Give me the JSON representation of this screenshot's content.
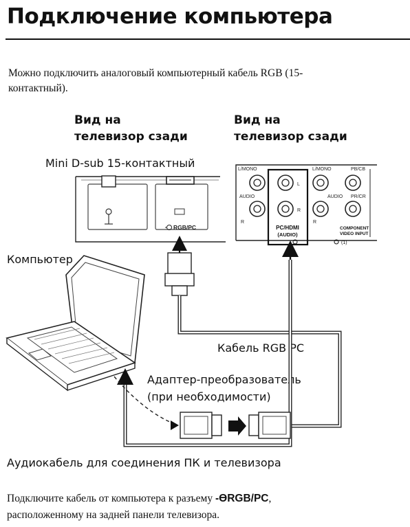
{
  "header": {
    "title": "Подключение компьютера"
  },
  "intro": {
    "line1": "Можно подключить аналоговый компьютерный кабель RGB (15-",
    "line2": "контактный)."
  },
  "left_panel": {
    "view_line1": "Вид на",
    "view_line2": "телевизор сзади",
    "connector_label": "Mini D-sub 15-контактный",
    "port_label": "RGB/PC"
  },
  "right_panel": {
    "view_line1": "Вид на",
    "view_line2": "телевизор сзади",
    "jack_labels": {
      "l_mono_left": "L/MONO",
      "audio_left": "AUDIO",
      "r_left": "R",
      "l_pc": "L",
      "r_pc": "R",
      "l_mono_right": "L/MONO",
      "audio_right": "AUDIO",
      "r_right": "R",
      "pb_cb": "PB/CB",
      "pr_cr": "PR/CR",
      "pc_hdmi": "PC/HDMI",
      "pc_hdmi_audio": "(AUDIO)",
      "component_line1": "COMPONENT",
      "component_line2": "VIDEO INPUT",
      "input_num": "(1)"
    }
  },
  "labels": {
    "computer": "Компьютер",
    "rgb_cable": "Кабель RGB PC",
    "adapter_line1": "Адаптер-преобразователь",
    "adapter_line2": "(при необходимости)",
    "audio_cable": "Аудиокабель для соединения ПК и телевизора"
  },
  "footer": {
    "line1_text": "Подключите кабель от компьютера к разъему",
    "line1_icon": "-Ө",
    "line1_bold": "RGB/PC",
    "line1_end": ",",
    "line2": "расположенному на задней панели телевизора."
  }
}
